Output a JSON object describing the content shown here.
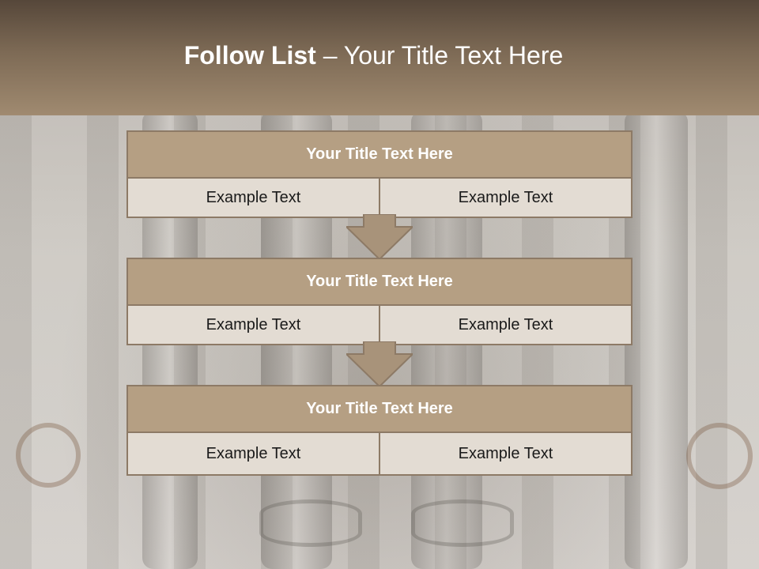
{
  "header": {
    "title_bold": "Follow List",
    "title_rest": " – Your Title Text Here"
  },
  "steps": [
    {
      "title": "Your Title Text Here",
      "left": "Example Text",
      "right": "Example Text"
    },
    {
      "title": "Your Title Text Here",
      "left": "Example Text",
      "right": "Example Text"
    },
    {
      "title": "Your Title Text Here",
      "left": "Example Text",
      "right": "Example Text"
    }
  ],
  "colors": {
    "header_dark": "#56473a",
    "header_light": "#a08a70",
    "block_title_fill": "#b59f83",
    "cell_fill": "#e3dcd3",
    "border": "#8d7a66",
    "arrow_fill": "#a8937a"
  }
}
